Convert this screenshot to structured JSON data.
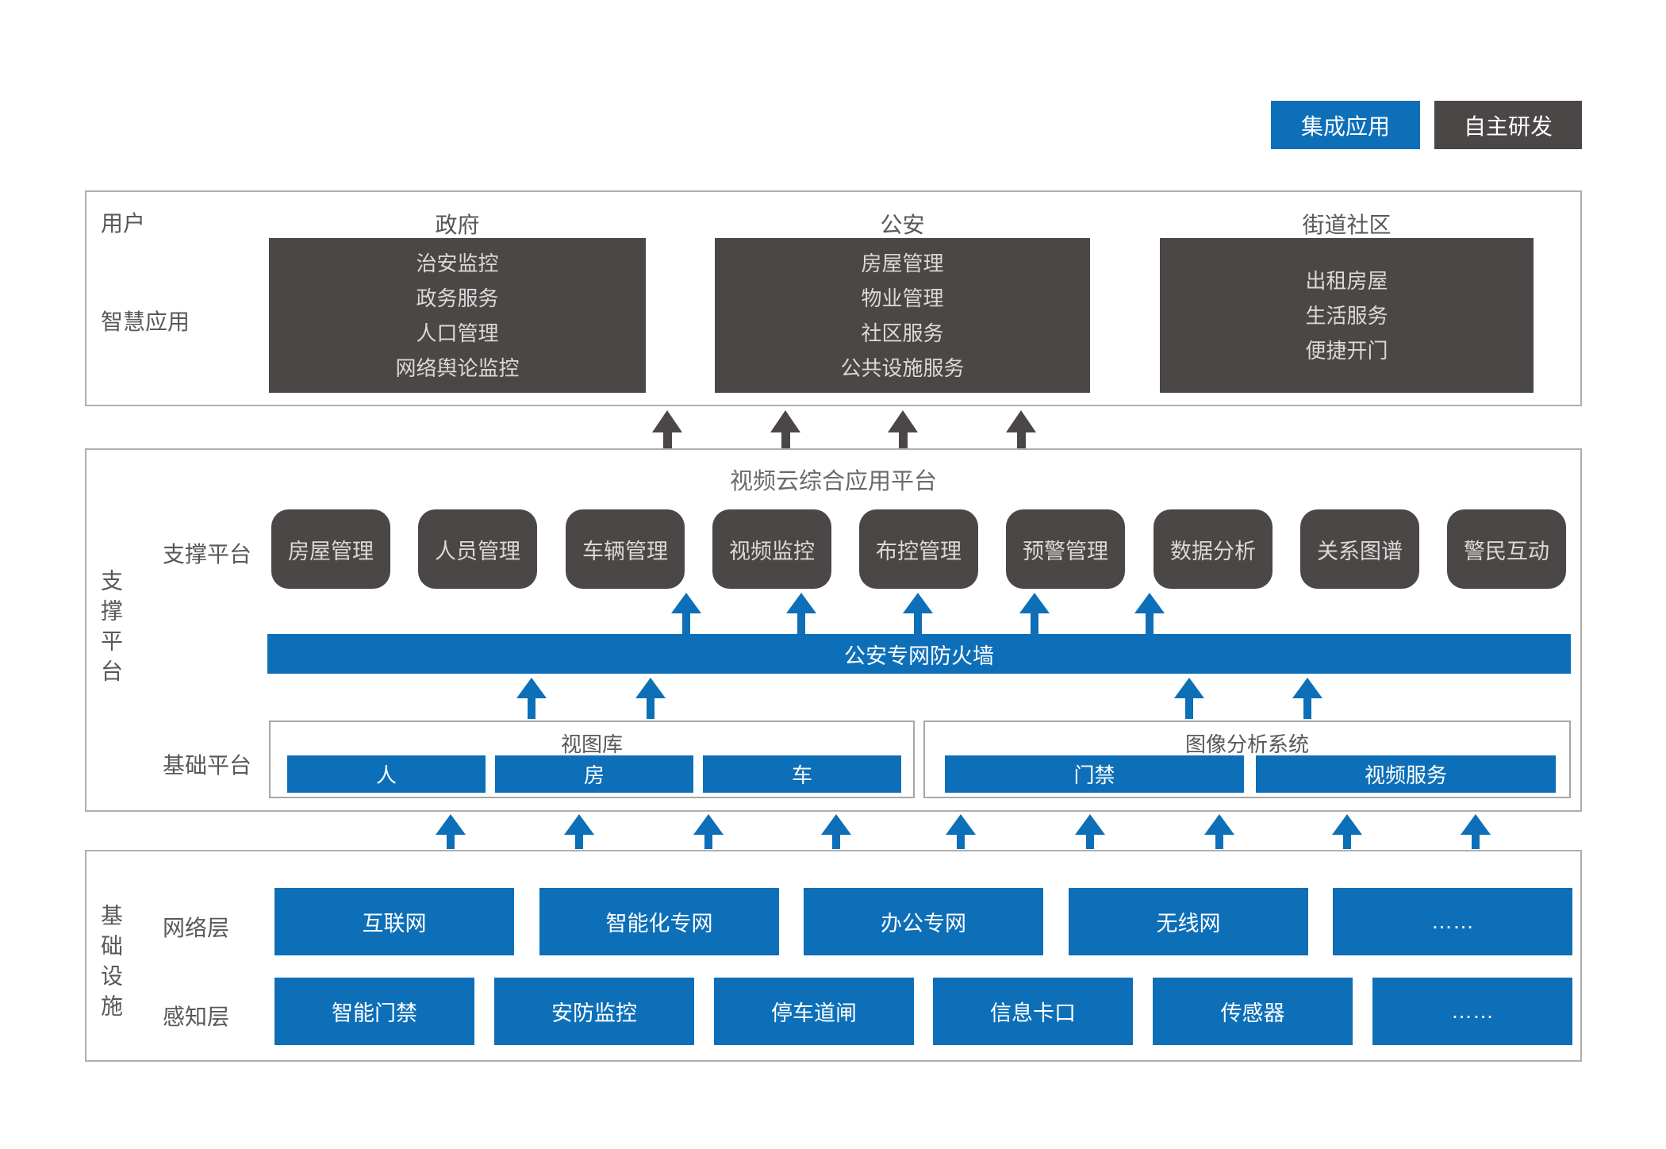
{
  "colors": {
    "blue": "#0d6fb8",
    "dark_gray": "#4a4746"
  },
  "legend": {
    "integrated_app": "集成应用",
    "self_developed": "自主研发"
  },
  "user_section": {
    "row1_label": "用户",
    "row2_label": "智慧应用",
    "columns": [
      {
        "header": "政府",
        "items": [
          "治安监控",
          "政务服务",
          "人口管理",
          "网络舆论监控"
        ]
      },
      {
        "header": "公安",
        "items": [
          "房屋管理",
          "物业管理",
          "社区服务",
          "公共设施服务"
        ]
      },
      {
        "header": "街道社区",
        "items": [
          "出租房屋",
          "生活服务",
          "便捷开门"
        ]
      }
    ]
  },
  "support_section": {
    "side_label": "支撑平台",
    "platform_title": "视频云综合应用平台",
    "support_row_label": "支撑平台",
    "support_boxes": [
      "房屋管理",
      "人员管理",
      "车辆管理",
      "视频监控",
      "布控管理",
      "预警管理",
      "数据分析",
      "关系图谱",
      "警民互动"
    ],
    "firewall_label": "公安专网防火墙",
    "base_row_label": "基础平台",
    "view_library": {
      "title": "视图库",
      "items": [
        "人",
        "房",
        "车"
      ]
    },
    "image_analysis": {
      "title": "图像分析系统",
      "items": [
        "门禁",
        "视频服务"
      ]
    }
  },
  "infra_section": {
    "side_label": "基础设施",
    "network_label": "网络层",
    "network_boxes": [
      "互联网",
      "智能化专网",
      "办公专网",
      "无线网",
      "……"
    ],
    "perception_label": "感知层",
    "perception_boxes": [
      "智能门禁",
      "安防监控",
      "停车道闸",
      "信息卡口",
      "传感器",
      "……"
    ]
  }
}
